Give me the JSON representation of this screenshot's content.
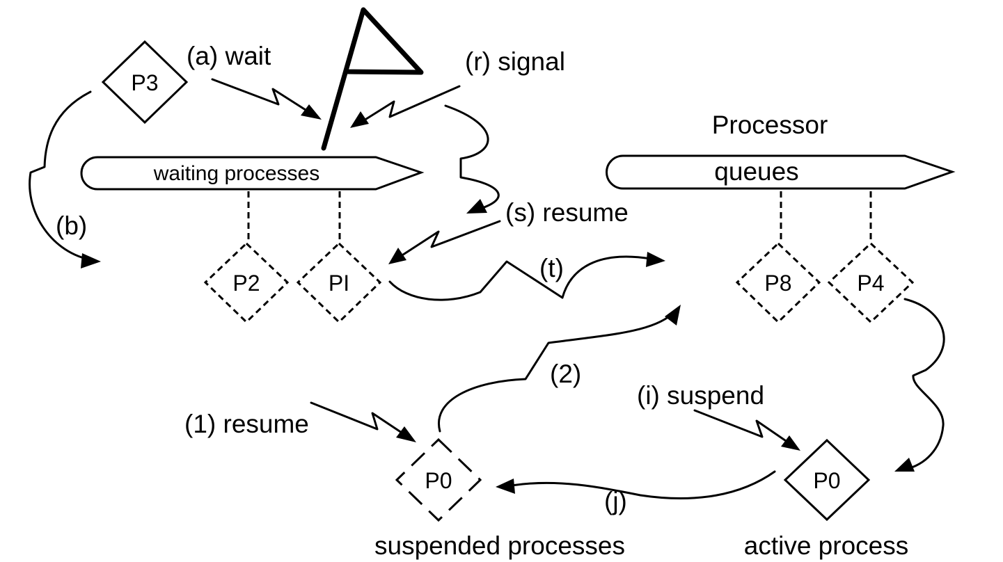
{
  "queues": {
    "waiting": {
      "label": "waiting processes"
    },
    "processor": {
      "title": "Processor",
      "label": "queues"
    }
  },
  "processes": {
    "p3": "P3",
    "p2": "P2",
    "p1": "PI",
    "p8": "P8",
    "p4": "P4",
    "p0_suspended": "P0",
    "p0_active": "P0"
  },
  "operations": {
    "wait": "(a) wait",
    "signal": "(r) signal",
    "resume_s": "(s) resume",
    "b": "(b)",
    "t": "(t)",
    "two": "(2)",
    "resume_1": "(1) resume",
    "suspend": "(i) suspend",
    "j": "(j)"
  },
  "captions": {
    "suspended": "suspended processes",
    "active": "active process"
  }
}
